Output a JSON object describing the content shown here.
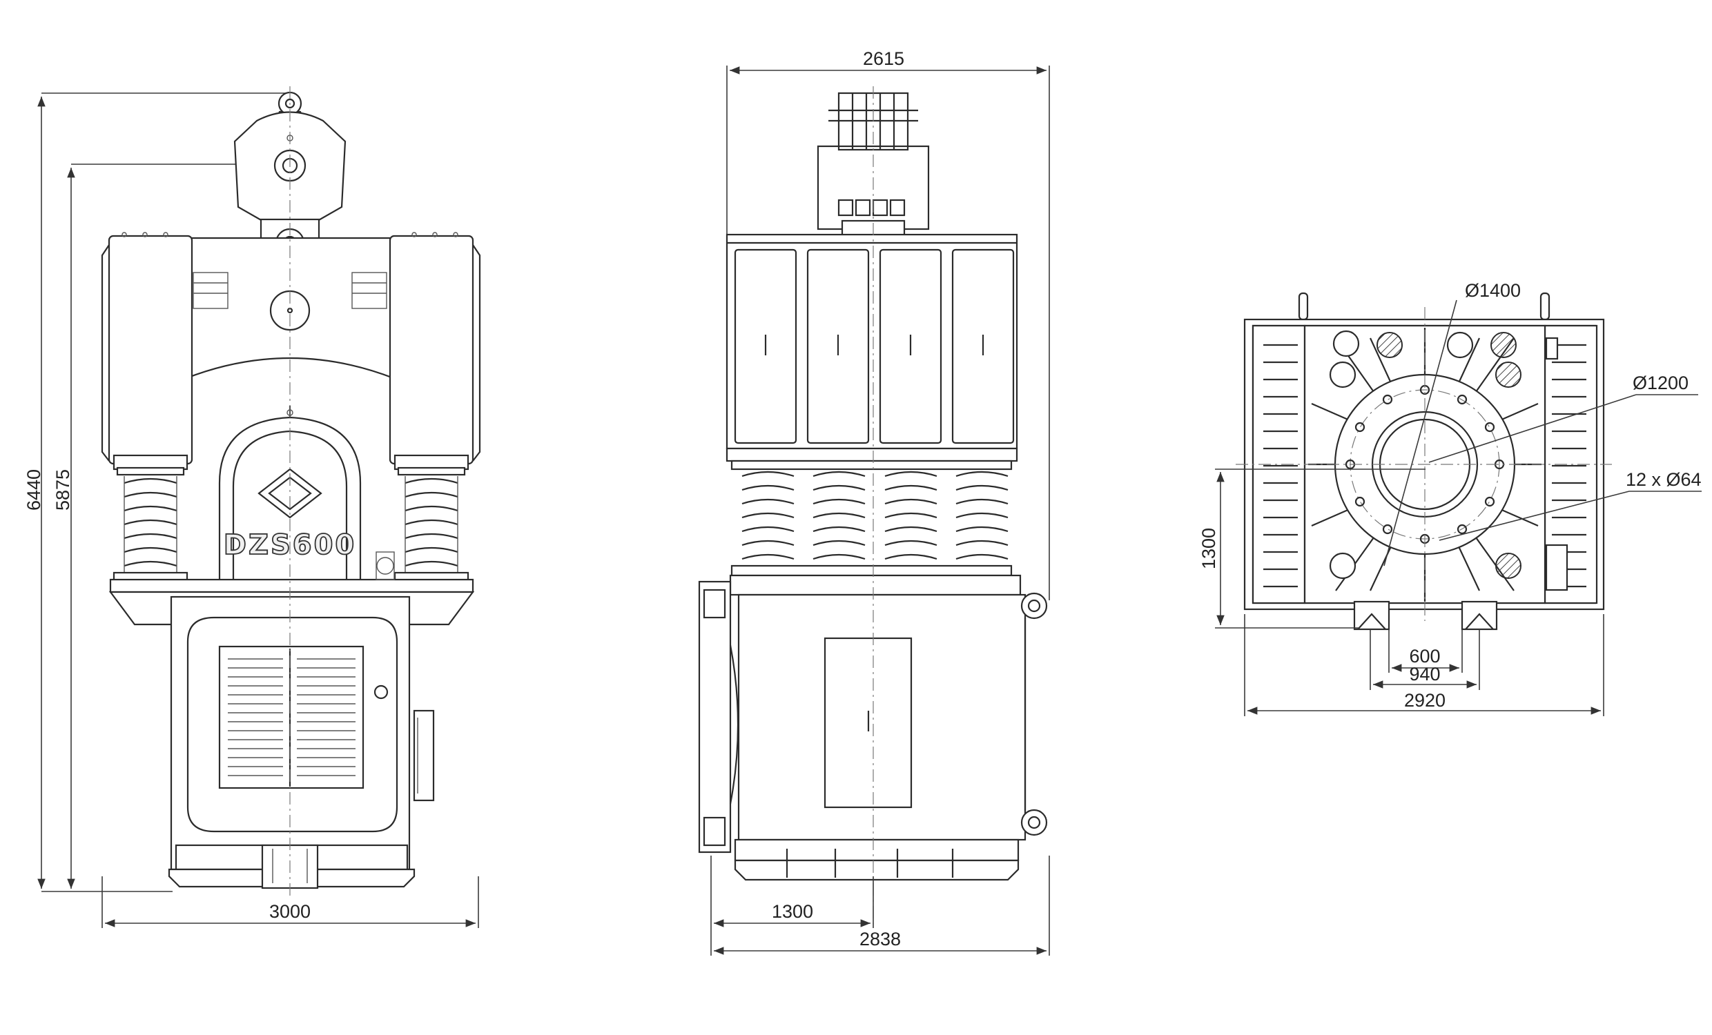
{
  "front_view": {
    "model_label": "DZS600",
    "dim_height_total": "6440",
    "dim_height_hook": "5875",
    "dim_width": "3000"
  },
  "side_view": {
    "dim_top_width": "2615",
    "dim_offset": "1300",
    "dim_bottom_width": "2838"
  },
  "bottom_view": {
    "dim_diameter_outer": "Ø1400",
    "dim_diameter_inner": "Ø1200",
    "dim_bolt_holes": "12 x Ø64",
    "dim_height": "1300",
    "dim_600": "600",
    "dim_940": "940",
    "dim_2920": "2920"
  }
}
